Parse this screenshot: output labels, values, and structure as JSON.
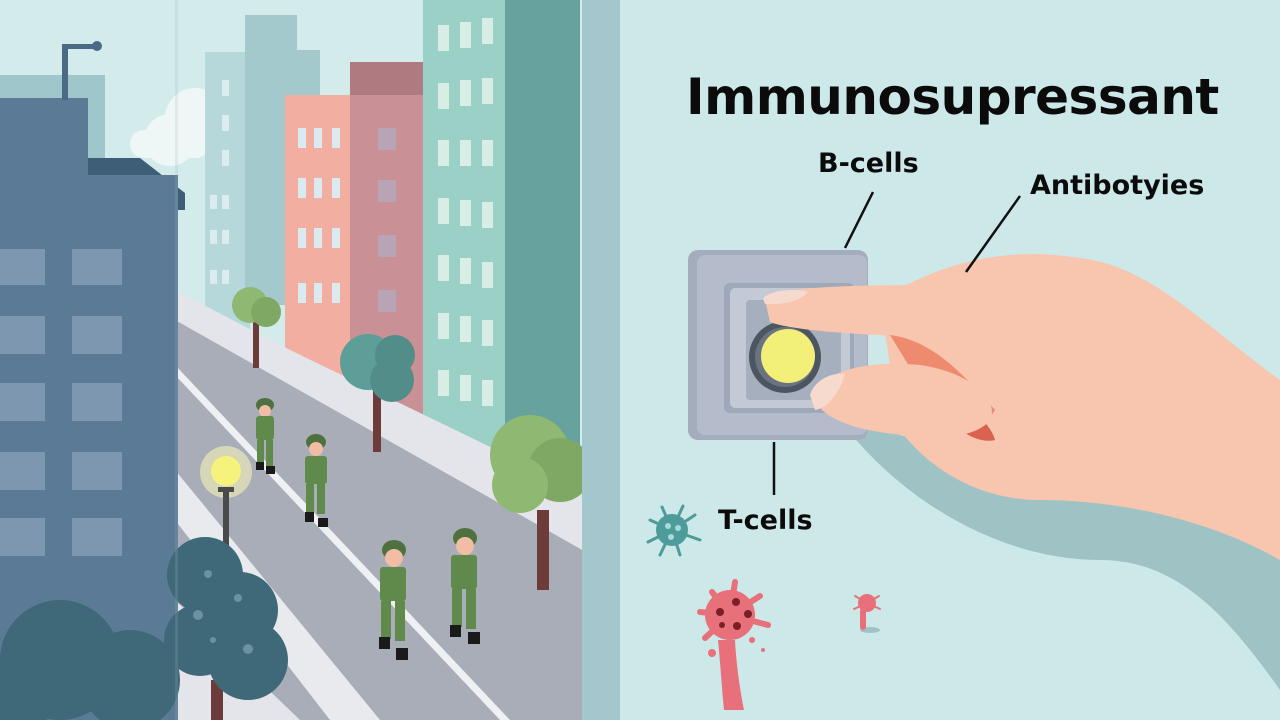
{
  "illustration": {
    "title": "Immunosupressant",
    "labels": {
      "b_cells": "B-cells",
      "antibodies": "Antibotyies",
      "t_cells": "T-cells"
    },
    "left_scene": {
      "description": "City street with soldiers patrolling",
      "soldier_count": 4,
      "street_lamp": "lit"
    },
    "right_scene": {
      "description": "Hand pressing a yellow button on a wall switch panel",
      "pathogens": [
        "teal virus",
        "red virus (large)",
        "red virus (small)"
      ]
    },
    "colors": {
      "sky": "#d3ebea",
      "panel_bg": "#cde8e8",
      "button_yellow": "#f3f07a",
      "hand_skin": "#f8c6ae",
      "soldier_green": "#5f8a4c",
      "road": "#a9adb8",
      "teal_virus": "#4d9b9b",
      "red_virus": "#e8707a"
    }
  }
}
